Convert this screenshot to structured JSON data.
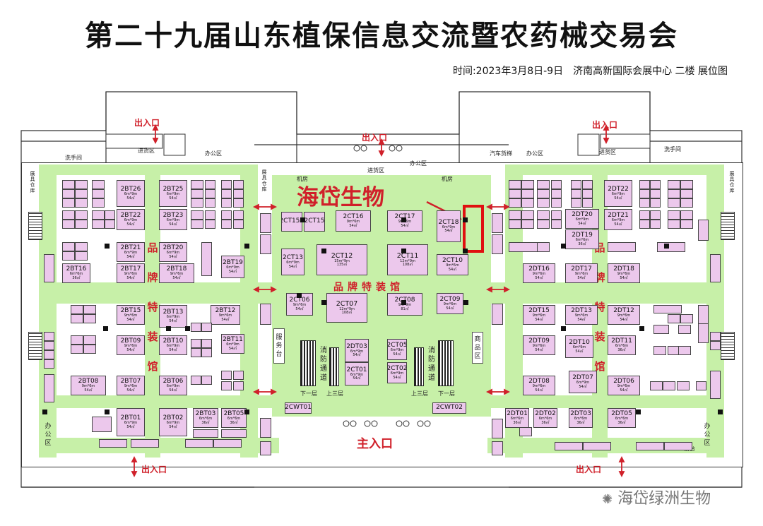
{
  "header": {
    "title": "第二十九届山东植保信息交流暨农药械交易会",
    "subtitle": "时间:2023年3月8日-9日　济南高新国际会展中心 二楼 展位图"
  },
  "highlight": {
    "label": "海岱生物",
    "color": "#d0202a"
  },
  "labels": {
    "exit_top_left": "出入口",
    "exit_top_center": "出入口",
    "exit_top_right": "出入口",
    "exit_bottom_left": "出入口",
    "exit_bottom_right": "出入口",
    "main_entrance": "主入口",
    "brand_hall": "品牌特装馆",
    "left_brand_zone": "品牌特装馆",
    "right_brand_zone": "品牌特装馆",
    "fire_lane": "消防通道",
    "service_desk": "服务台",
    "shop": "商品区",
    "washroom": "洗手间",
    "washroom_r": "洗手间",
    "storage_l": "展具仓库",
    "storage_r": "展具仓库",
    "storage_cl": "展具仓库",
    "office_l": "办公区",
    "office_r": "办公区",
    "office_c": "办公区",
    "office_bl": "办公区",
    "office_br": "办公区",
    "machine_l": "机房",
    "machine_r": "机房",
    "cargo_l": "进货区",
    "cargo_c": "进货区",
    "cargo_r": "进货区",
    "car_lift": "汽车货梯",
    "down_one": "下一层",
    "up_three": "上三层",
    "front_desk": "前台",
    "watermark": "海岱绿洲生物"
  },
  "booths_bt": [
    {
      "id": "2BT26",
      "sub": "6m*9m",
      "area": "54㎡"
    },
    {
      "id": "2BT25",
      "sub": "6m*9m",
      "area": "54㎡"
    },
    {
      "id": "2BT22",
      "sub": "6m*9m",
      "area": "54㎡"
    },
    {
      "id": "2BT23",
      "sub": "6m*9m",
      "area": "54㎡"
    },
    {
      "id": "2BT21",
      "sub": "6m*9m",
      "area": "54㎡"
    },
    {
      "id": "2BT20",
      "sub": "6m*9m",
      "area": "54㎡"
    },
    {
      "id": "2BT16",
      "sub": "6m*6m",
      "area": "36㎡"
    },
    {
      "id": "2BT17",
      "sub": "9m*6m",
      "area": "54㎡"
    },
    {
      "id": "2BT18",
      "sub": "9m*6m",
      "area": "54㎡"
    },
    {
      "id": "2BT19",
      "sub": "6m*9m",
      "area": "54㎡"
    },
    {
      "id": "2BT15",
      "sub": "9m*6m",
      "area": "54㎡"
    },
    {
      "id": "2BT13",
      "sub": "6m*9m",
      "area": "54㎡"
    },
    {
      "id": "2BT12",
      "sub": "9m*6m",
      "area": "54㎡"
    },
    {
      "id": "2BT09",
      "sub": "9m*6m",
      "area": "54㎡"
    },
    {
      "id": "2BT10",
      "sub": "6m*9m",
      "area": "54㎡"
    },
    {
      "id": "2BT11",
      "sub": "6m*9m",
      "area": "54㎡"
    },
    {
      "id": "2BT08",
      "sub": "9m*6m",
      "area": "54㎡"
    },
    {
      "id": "2BT07",
      "sub": "9m*6m",
      "area": "54㎡"
    },
    {
      "id": "2BT06",
      "sub": "6m*9m",
      "area": "54㎡"
    },
    {
      "id": "2BT01",
      "sub": "6m*9m",
      "area": "54㎡"
    },
    {
      "id": "2BT02",
      "sub": "6m*9m",
      "area": "54㎡"
    },
    {
      "id": "2BT03",
      "sub": "6m*6m",
      "area": "36㎡"
    },
    {
      "id": "2BT05",
      "sub": "6m*6m",
      "area": "36㎡"
    }
  ],
  "booths_ct": [
    {
      "id": "2CT15A",
      "sub": "",
      "area": ""
    },
    {
      "id": "2CT15",
      "sub": "",
      "area": ""
    },
    {
      "id": "2CT16",
      "sub": "9m*6m",
      "area": "54㎡"
    },
    {
      "id": "2CT17",
      "sub": "9m*6m",
      "area": "54㎡"
    },
    {
      "id": "2CT18",
      "sub": "6m*9m",
      "area": "54㎡"
    },
    {
      "id": "2CT13",
      "sub": "6m*9m",
      "area": "54㎡"
    },
    {
      "id": "2CT12",
      "sub": "15m*9m",
      "area": "135㎡"
    },
    {
      "id": "2CT11",
      "sub": "12m*9m",
      "area": "108㎡"
    },
    {
      "id": "2CT10",
      "sub": "9m*6m",
      "area": "54㎡"
    },
    {
      "id": "2CT06",
      "sub": "9m*6m",
      "area": "54㎡"
    },
    {
      "id": "2CT07",
      "sub": "12m*9m",
      "area": "108㎡"
    },
    {
      "id": "2CT08",
      "sub": "9m*9m",
      "area": "81㎡"
    },
    {
      "id": "2CT09",
      "sub": "9m*6m",
      "area": "54㎡"
    },
    {
      "id": "2DT03",
      "sub": "6m*9m",
      "area": "54㎡"
    },
    {
      "id": "2CT05",
      "sub": "6m*9m",
      "area": "54㎡"
    },
    {
      "id": "2CT01",
      "sub": "6m*9m",
      "area": "54㎡"
    },
    {
      "id": "2CT02",
      "sub": "6m*9m",
      "area": "54㎡"
    },
    {
      "id": "2CWT01",
      "sub": "",
      "area": ""
    },
    {
      "id": "2CWT02",
      "sub": "",
      "area": ""
    }
  ],
  "booths_dt": [
    {
      "id": "2DT22",
      "sub": "6m*9m",
      "area": "54㎡"
    },
    {
      "id": "2DT20",
      "sub": "6m*9m",
      "area": "54㎡"
    },
    {
      "id": "2DT21",
      "sub": "6m*9m",
      "area": "54㎡"
    },
    {
      "id": "2DT19",
      "sub": "6m*6m",
      "area": "36㎡"
    },
    {
      "id": "2DT16",
      "sub": "9m*6m",
      "area": "54㎡"
    },
    {
      "id": "2DT17",
      "sub": "9m*6m",
      "area": "54㎡"
    },
    {
      "id": "2DT18",
      "sub": "9m*6m",
      "area": "54㎡"
    },
    {
      "id": "2DT15",
      "sub": "9m*6m",
      "area": "54㎡"
    },
    {
      "id": "2DT13",
      "sub": "9m*6m",
      "area": "54㎡"
    },
    {
      "id": "2DT12",
      "sub": "9m*6m",
      "area": "54㎡"
    },
    {
      "id": "2DT09",
      "sub": "9m*6m",
      "area": "54㎡"
    },
    {
      "id": "2DT10",
      "sub": "6m*9m",
      "area": "54㎡"
    },
    {
      "id": "2DT11",
      "sub": "6m*6m",
      "area": "36㎡"
    },
    {
      "id": "2DT07",
      "sub": "6m*9m",
      "area": "54㎡"
    },
    {
      "id": "2DT08",
      "sub": "9m*6m",
      "area": "54㎡"
    },
    {
      "id": "2DT06",
      "sub": "9m*6m",
      "area": "54㎡"
    },
    {
      "id": "2DT01",
      "sub": "6m*6m",
      "area": "36㎡"
    },
    {
      "id": "2DT02",
      "sub": "6m*6m",
      "area": "36㎡"
    },
    {
      "id": "2DT03",
      "sub": "6m*6m",
      "area": "36㎡"
    },
    {
      "id": "2DT05",
      "sub": "6m*6m",
      "area": "36㎡"
    }
  ]
}
